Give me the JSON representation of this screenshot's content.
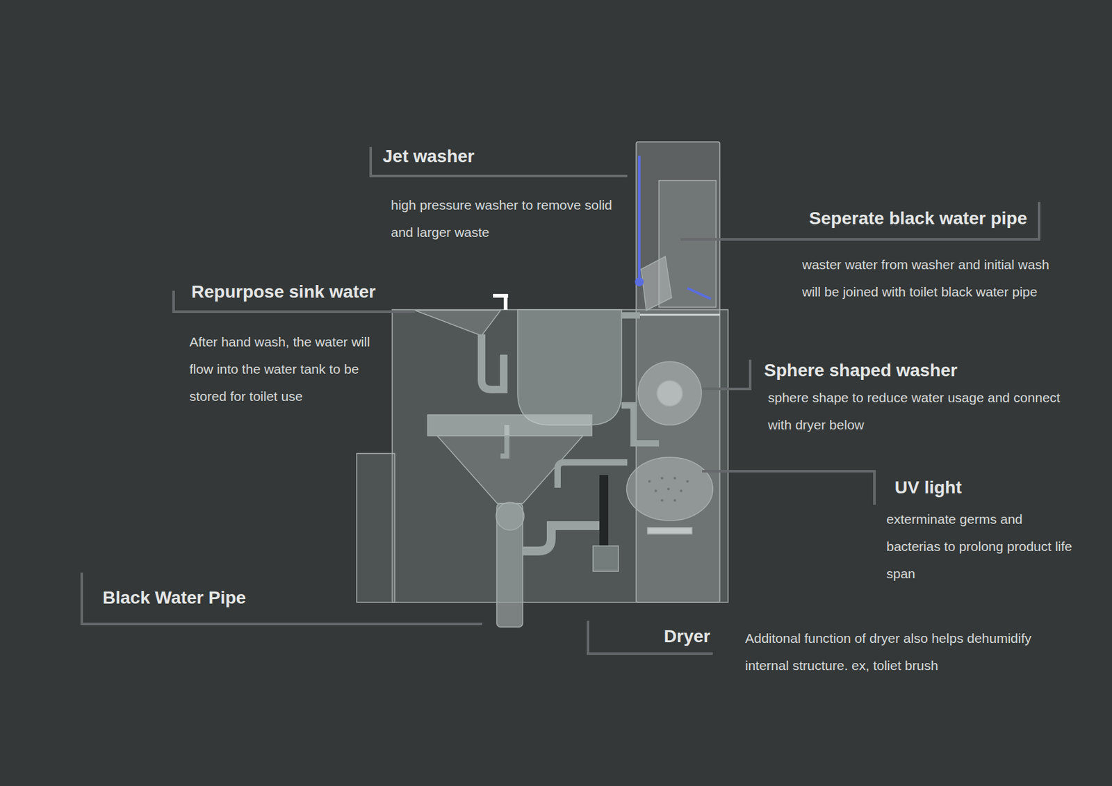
{
  "diagram": {
    "labels": [
      "Jet washer",
      "high pressure washer to remove solid and larger waste",
      "Seperate black water pipe",
      "waster water from washer and initial wash will be joined with toilet black water pipe",
      "Repurpose sink water",
      "After hand wash, the water will flow into the water tank to be stored for toilet use",
      "Sphere shaped washer",
      "sphere shape to reduce water usage and connect with dryer below",
      "UV light",
      "exterminate germs and bacterias to prolong product life span",
      "Black Water Pipe",
      "Dryer",
      "Additonal function of dryer also helps dehumidify internal structure. ex, toliet brush"
    ]
  }
}
